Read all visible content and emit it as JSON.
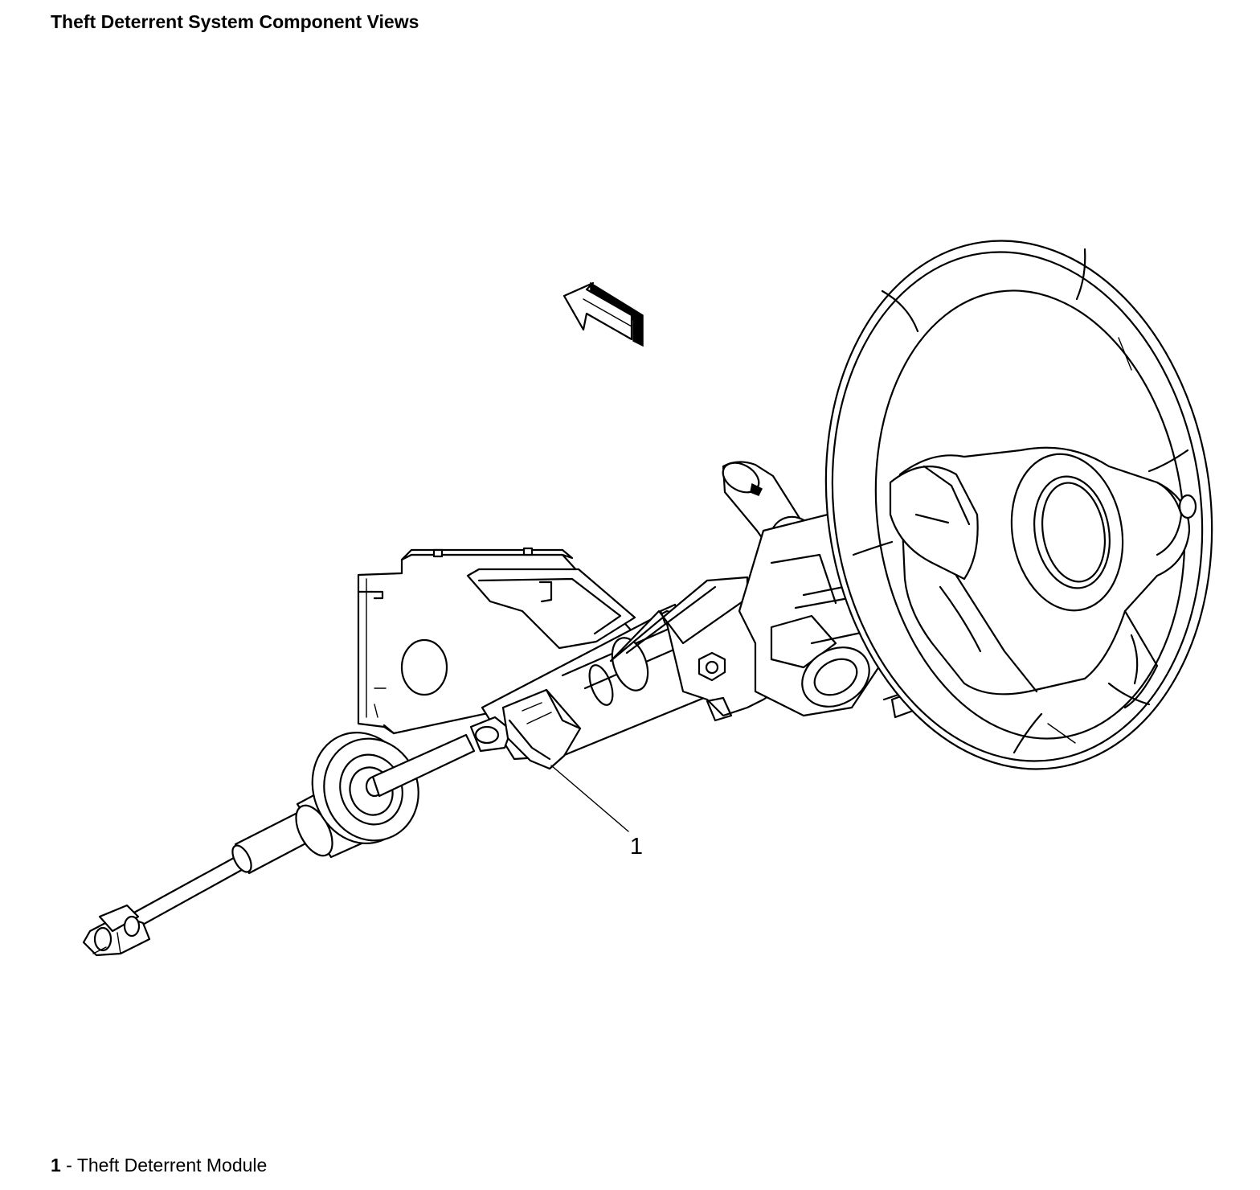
{
  "header": {
    "title": "Theft Deterrent System Component Views"
  },
  "callouts": [
    {
      "number": "1"
    }
  ],
  "legend": {
    "items": [
      {
        "number": "1",
        "separator": " - ",
        "label": "Theft Deterrent Module"
      }
    ]
  },
  "icons": {
    "direction_arrow": "forward-arrow-icon"
  }
}
